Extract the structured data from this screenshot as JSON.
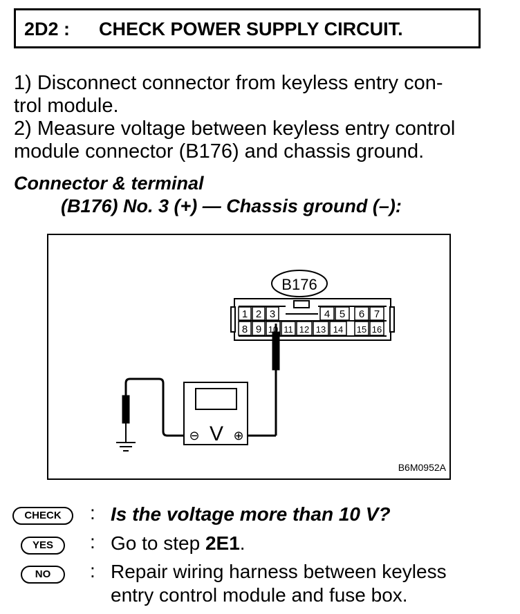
{
  "header": {
    "step_id": "2D2 :",
    "title": "CHECK POWER SUPPLY CIRCUIT."
  },
  "instructions": [
    "1)  Disconnect connector from keyless entry con-",
    "trol module.",
    "2)  Measure voltage between keyless entry control",
    "module connector (B176) and chassis ground."
  ],
  "connector_heading": "Connector & terminal",
  "connector_spec": "(B176) No. 3 (+) — Chassis ground (–):",
  "diagram": {
    "connector_label": "B176",
    "figure_id": "B6M0952A",
    "top_terminals": [
      "1",
      "2",
      "3",
      "4",
      "5",
      "6",
      "7"
    ],
    "bottom_terminals": [
      "8",
      "9",
      "10",
      "11",
      "12",
      "13",
      "14",
      "15",
      "16"
    ],
    "meter_symbol": "V",
    "minus": "⊖",
    "plus": "⊕"
  },
  "results": [
    {
      "badge": "CHECK",
      "colon": ":",
      "text": "Is the voltage more than 10 V?"
    },
    {
      "badge": "YES",
      "colon": ":",
      "text_prefix": "Go to step ",
      "text_step": "2E1",
      "text_suffix": "."
    },
    {
      "badge": "NO",
      "colon": ":",
      "line1": "Repair wiring harness between keyless",
      "line2": "entry control module and fuse box."
    }
  ]
}
